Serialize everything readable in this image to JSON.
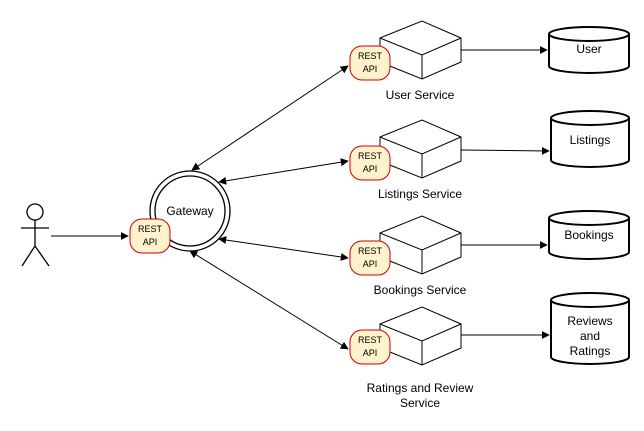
{
  "gateway": {
    "label": "Gateway",
    "api_line1": "REST",
    "api_line2": "API"
  },
  "services": [
    {
      "api_line1": "REST",
      "api_line2": "API",
      "label_line1": "User Service",
      "label_line2": "",
      "db_line1": "User",
      "db_line2": "",
      "db_line3": ""
    },
    {
      "api_line1": "REST",
      "api_line2": "API",
      "label_line1": "Listings Service",
      "label_line2": "",
      "db_line1": "Listings",
      "db_line2": "",
      "db_line3": ""
    },
    {
      "api_line1": "REST",
      "api_line2": "API",
      "label_line1": "Bookings Service",
      "label_line2": "",
      "db_line1": "Bookings",
      "db_line2": "",
      "db_line3": ""
    },
    {
      "api_line1": "REST",
      "api_line2": "API",
      "label_line1": "Ratings and Review",
      "label_line2": "Service",
      "db_line1": "Reviews",
      "db_line2": "and",
      "db_line3": "Ratings"
    }
  ],
  "colors": {
    "api_fill": "#fff2cc",
    "api_stroke": "#cc0000",
    "line": "#000000"
  }
}
